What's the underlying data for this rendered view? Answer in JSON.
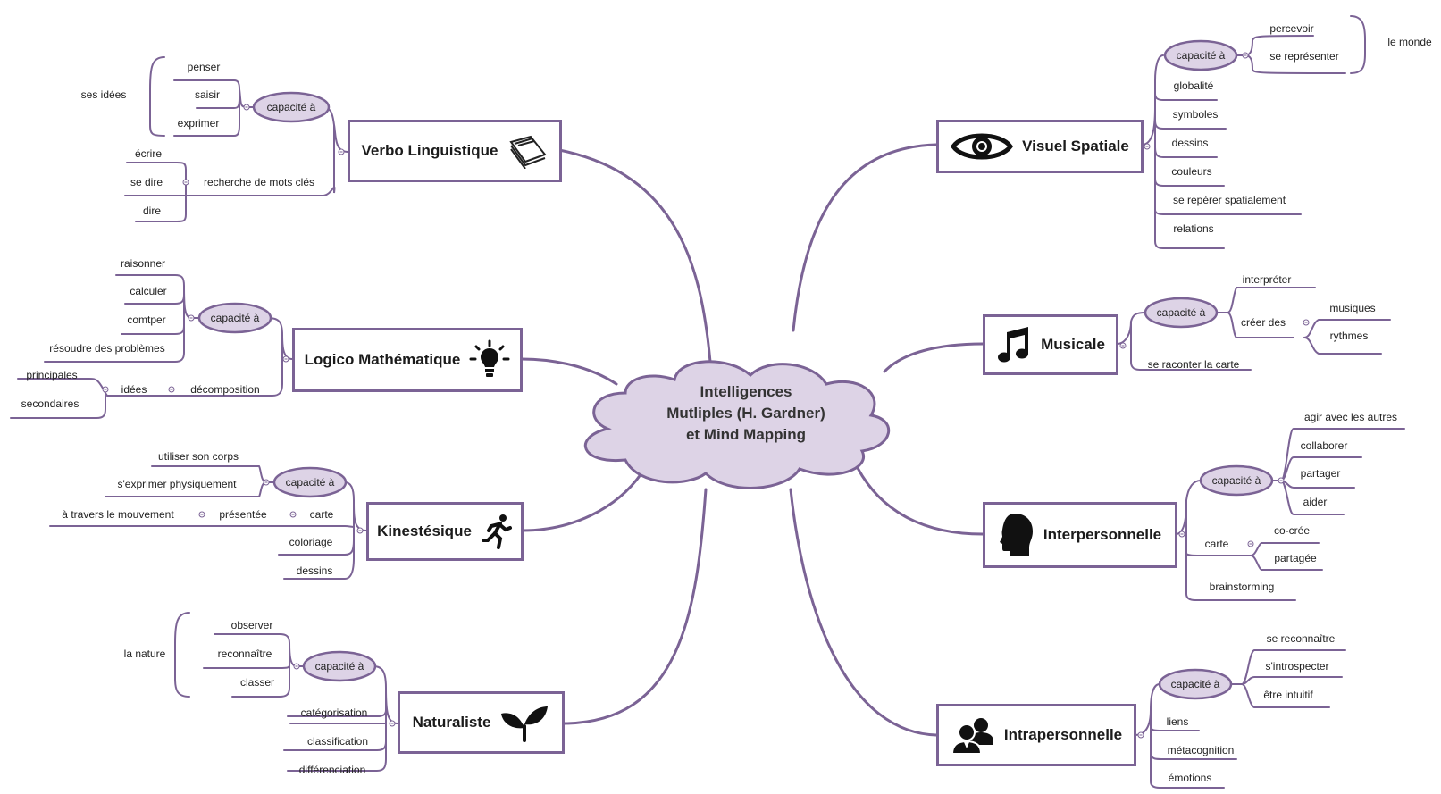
{
  "colors": {
    "branch": "#7b6395",
    "bubble_fill": "#ddd3e6",
    "node_border": "#7b6395",
    "leaf_line": "#7b6395"
  },
  "center": {
    "line1": "Intelligences",
    "line2": "Mutliples (H. Gardner)",
    "line3": "et Mind Mapping"
  },
  "verbo": {
    "title": "Verbo Linguistique",
    "icon": "book-icon",
    "capacite": "capacité à",
    "ses_idees": "ses idées",
    "penser": "penser",
    "saisir": "saisir",
    "exprimer": "exprimer",
    "recherche": "recherche de mots clés",
    "ecrire": "écrire",
    "se_dire": "se dire",
    "dire": "dire"
  },
  "logico": {
    "title": "Logico Mathématique",
    "icon": "lightbulb-icon",
    "capacite": "capacité à",
    "raisonner": "raisonner",
    "calculer": "calculer",
    "comptper": "comtper",
    "resoudre": "résoudre des problèmes",
    "decomposition": "décomposition",
    "idees": "idées",
    "principales": "principales",
    "secondaires": "secondaires"
  },
  "kines": {
    "title": "Kinestésique",
    "icon": "running-person-icon",
    "capacite": "capacité à",
    "utiliser": "utiliser son corps",
    "sexprimer": "s'exprimer physiquement",
    "carte": "carte",
    "presentee": "présentée",
    "mouvement": "à travers le mouvement",
    "coloriage": "coloriage",
    "dessins": "dessins"
  },
  "natur": {
    "title": "Naturaliste",
    "icon": "sprout-icon",
    "capacite": "capacité à",
    "la_nature": "la nature",
    "observer": "observer",
    "reconnaitre": "reconnaître",
    "classer": "classer",
    "categorisation": "catégorisation",
    "classification": "classification",
    "differenciation": "différenciation"
  },
  "visuel": {
    "title": "Visuel Spatiale",
    "icon": "eye-icon",
    "capacite": "capacité à",
    "percevoir": "percevoir",
    "se_representer": "se représenter",
    "le_monde": "le monde",
    "globalite": "globalité",
    "symboles": "symboles",
    "dessins": "dessins",
    "couleurs": "couleurs",
    "se_reperer": "se repérer spatialement",
    "relations": "relations"
  },
  "musicale": {
    "title": "Musicale",
    "icon": "music-note-icon",
    "capacite": "capacité à",
    "interpreter": "interpréter",
    "creer": "créer des",
    "musiques": "musiques",
    "rythmes": "rythmes",
    "raconter": "se raconter la carte"
  },
  "inter": {
    "title": "Interpersonnelle",
    "icon": "head-profile-icon",
    "capacite": "capacité à",
    "agir": "agir avec les autres",
    "collaborer": "collaborer",
    "partager": "partager",
    "aider": "aider",
    "carte": "carte",
    "co_cree": "co-crée",
    "partagee": "partagée",
    "brainstorming": "brainstorming"
  },
  "intra": {
    "title": "Intrapersonnelle",
    "icon": "people-icon",
    "capacite": "capacité à",
    "se_reconnaitre": "se reconnaître",
    "sintrospecter": "s'introspecter",
    "etre_intuitif": "être intuitif",
    "liens": "liens",
    "metacognition": "métacognition",
    "emotions": "émotions"
  }
}
